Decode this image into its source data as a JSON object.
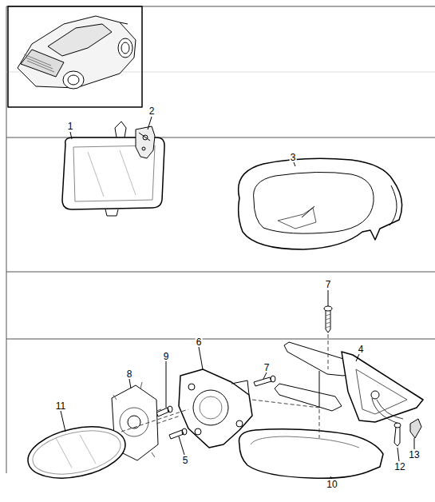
{
  "diagram": {
    "labels": [
      "1",
      "2",
      "3",
      "7",
      "4",
      "6",
      "7",
      "9",
      "8",
      "11",
      "5",
      "12",
      "13",
      "10"
    ]
  }
}
